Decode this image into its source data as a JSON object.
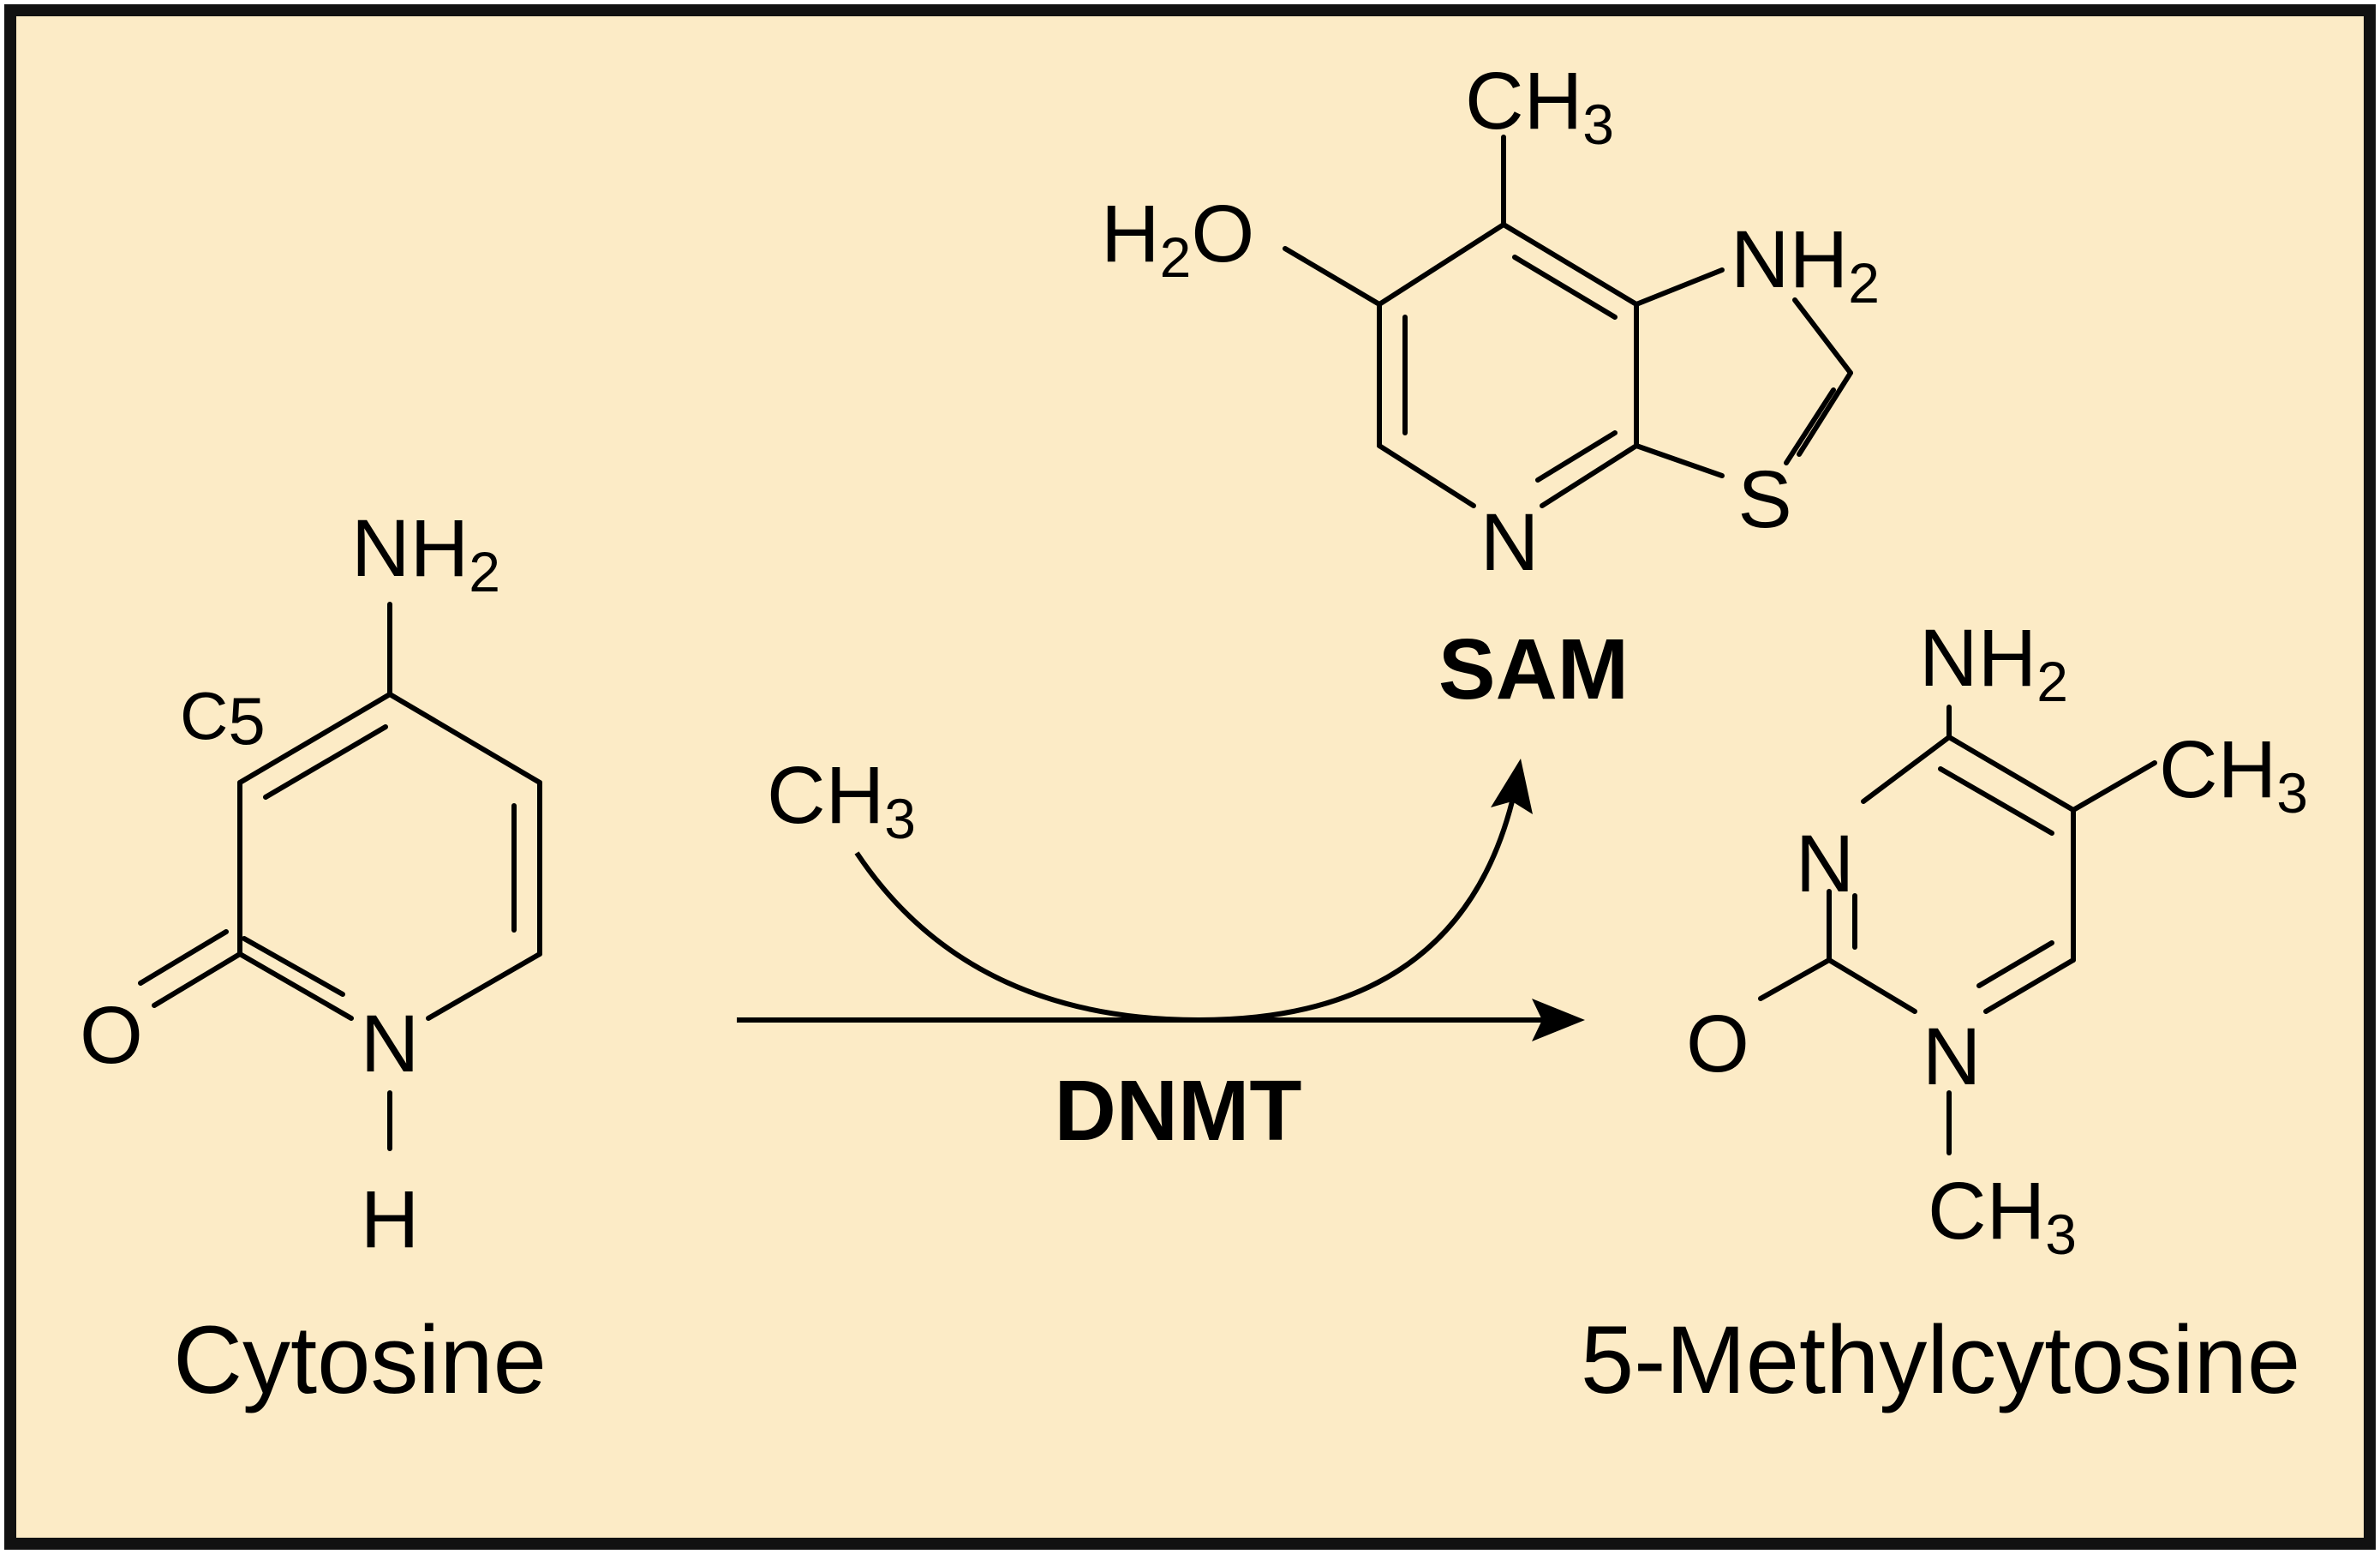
{
  "colors": {
    "background": "#FCEBC6",
    "frame": "#111111",
    "ink": "#000000"
  },
  "cytosine": {
    "name": "Cytosine",
    "c5_label": "C",
    "c5_sub": "5",
    "amino_N": "NH",
    "amino_sub": "2",
    "ring_N": "N",
    "ring_H": "H",
    "carbonyl_O": "O"
  },
  "reaction": {
    "enzyme": "DNMT",
    "methyl_donor_group": "CH",
    "methyl_donor_sub": "3"
  },
  "sam": {
    "name": "SAM",
    "methyl": "CH",
    "methyl_sub": "3",
    "hydroxy_pre": "H",
    "hydroxy_sub": "2",
    "hydroxy_post": "O",
    "amine": "NH",
    "amine_sub": "2",
    "ring_N": "N",
    "ring_S": "S"
  },
  "methylcytosine": {
    "name": "5-Methylcytosine",
    "amino_N": "NH",
    "amino_sub": "2",
    "methyl": "CH",
    "methyl_sub": "3",
    "ring_N3": "N",
    "ring_N1": "N",
    "carbonyl_O": "O",
    "n_methyl": "CH",
    "n_methyl_sub": "3"
  }
}
